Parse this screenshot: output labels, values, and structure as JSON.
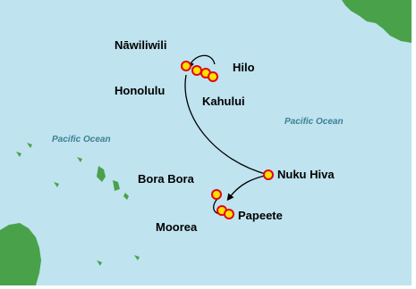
{
  "map": {
    "colors": {
      "ocean": "#bfe3ef",
      "land": "#49a24a",
      "route": "#000000",
      "port_fill": "#ffe000",
      "port_ring": "#e30613",
      "label": "#000000",
      "ocean_label": "#3d7f94"
    },
    "ocean_labels": [
      "Pacific Ocean",
      "Pacific Ocean"
    ],
    "ports": {
      "nawiliwili": "Nāwiliwili",
      "honolulu": "Honolulu",
      "hilo": "Hilo",
      "kahului": "Kahului",
      "nuku_hiva": "Nuku Hiva",
      "bora_bora": "Bora Bora",
      "moorea": "Moorea",
      "papeete": "Papeete"
    }
  }
}
